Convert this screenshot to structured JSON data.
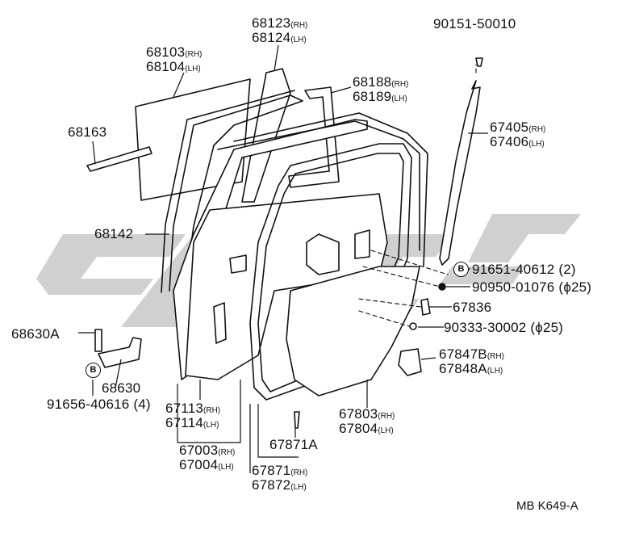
{
  "parts": {
    "p68123": {
      "number": "68123",
      "side": "(RH)"
    },
    "p68124": {
      "number": "68124",
      "side": "(LH)"
    },
    "p68103": {
      "number": "68103",
      "side": "(RH)"
    },
    "p68104": {
      "number": "68104",
      "side": "(LH)"
    },
    "p90151": {
      "number": "90151-50010"
    },
    "p68188": {
      "number": "68188",
      "side": "(RH)"
    },
    "p68189": {
      "number": "68189",
      "side": "(LH)"
    },
    "p68163": {
      "number": "68163"
    },
    "p67405": {
      "number": "67405",
      "side": "(RH)"
    },
    "p67406": {
      "number": "67406",
      "side": "(LH)"
    },
    "p68142": {
      "number": "68142"
    },
    "p91651": {
      "number": "91651-40612 (2)"
    },
    "p90950": {
      "number": "90950-01076",
      "size": "(ϕ25)"
    },
    "p67836": {
      "number": "67836"
    },
    "p68630A": {
      "number": "68630A"
    },
    "p90333": {
      "number": "90333-30002",
      "size": "(ϕ25)"
    },
    "p67847B": {
      "number": "67847B",
      "side": "(RH)"
    },
    "p67848A": {
      "number": "67848A",
      "side": "(LH)"
    },
    "p68630": {
      "number": "68630"
    },
    "p91656": {
      "number": "91656-40616 (4)"
    },
    "p67113": {
      "number": "67113",
      "side": "(RH)"
    },
    "p67114": {
      "number": "67114",
      "side": "(LH)"
    },
    "p67803": {
      "number": "67803",
      "side": "(RH)"
    },
    "p67804": {
      "number": "67804",
      "side": "(LH)"
    },
    "p67003": {
      "number": "67003",
      "side": "(RH)"
    },
    "p67004": {
      "number": "67004",
      "side": "(LH)"
    },
    "p67871A": {
      "number": "67871A"
    },
    "p67871": {
      "number": "67871",
      "side": "(RH)"
    },
    "p67872": {
      "number": "67872",
      "side": "(LH)"
    }
  },
  "badges": {
    "b_right": "B",
    "b_left": "B"
  },
  "reference_code": "MB K649-A",
  "colors": {
    "ink": "#111111",
    "watermark": "#c8c8c8"
  }
}
